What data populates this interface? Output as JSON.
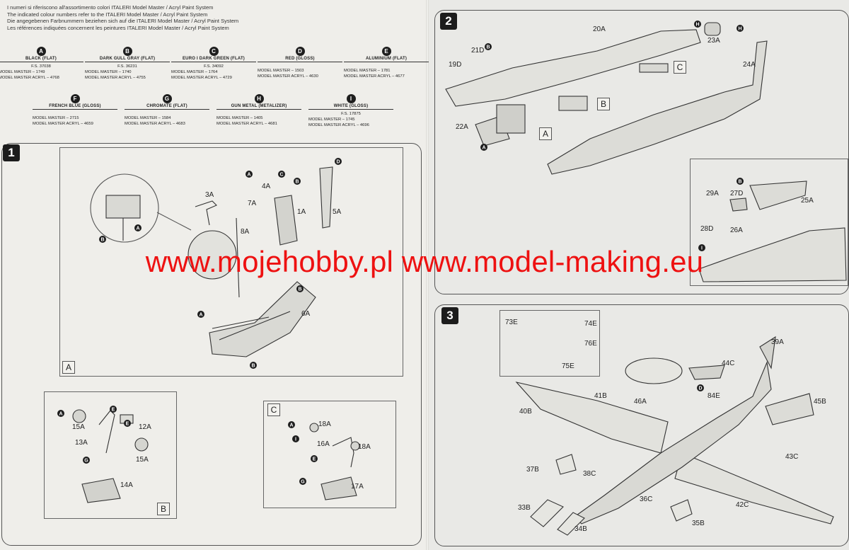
{
  "intro_lines": [
    "I numeri si riferiscono all'assortimento colori ITALERI Model Master / Acryl Paint System",
    "The indicated colour numbers refer to the ITALERI Model Master / Acryl Paint System",
    "Die angegebenen Farbnummern beziehen sich auf die ITALERI Model Master / Acryl Paint System",
    "Les références indiquées concernent les peintures ITALERI Model Master / Acryl Paint System"
  ],
  "colors_row1": [
    {
      "letter": "A",
      "name": "Black (Flat)",
      "fs": "F.S. 37038",
      "mm": "Model Master – 1749",
      "acryl": "Model Master Acryl – 4768"
    },
    {
      "letter": "B",
      "name": "Dark Gull Gray (Flat)",
      "fs": "F.S. 36231",
      "mm": "Model Master – 1740",
      "acryl": "Model Master Acryl – 4755"
    },
    {
      "letter": "C",
      "name": "Euro I Dark Green (Flat)",
      "fs": "F.S. 34092",
      "mm": "Model Master – 1764",
      "acryl": "Model Master Acryl – 4729"
    },
    {
      "letter": "D",
      "name": "Red (Gloss)",
      "fs": "",
      "mm": "Model Master – 1503",
      "acryl": "Model Master Acryl – 4630"
    },
    {
      "letter": "E",
      "name": "Aluminium (Flat)",
      "fs": "",
      "mm": "Model Master – 1781",
      "acryl": "Model Master Acryl – 4677"
    }
  ],
  "colors_row2": [
    {
      "letter": "F",
      "name": "French Blue (Gloss)",
      "fs": "",
      "mm": "Model Master – 2715",
      "acryl": "Model Master Acryl – 4659"
    },
    {
      "letter": "G",
      "name": "Chromate (Flat)",
      "fs": "",
      "mm": "Model Master – 1584",
      "acryl": "Model Master Acryl – 4683"
    },
    {
      "letter": "H",
      "name": "Gun Metal (Metalizer)",
      "fs": "",
      "mm": "Model Master – 1405",
      "acryl": "Model Master Acryl – 4681"
    },
    {
      "letter": "I",
      "name": "White (Gloss)",
      "fs": "F.S. 17875",
      "mm": "Model Master – 1745",
      "acryl": "Model Master Acryl – 4696"
    }
  ],
  "steps": {
    "s1": "1",
    "s2": "2",
    "s3": "3"
  },
  "subassemblies": {
    "a": "A",
    "b": "B",
    "c": "C"
  },
  "parts": {
    "p1a": "1A",
    "p3a": "3A",
    "p4a": "4A",
    "p5a": "5A",
    "p6a": "6A",
    "p7a": "7A",
    "p8a": "8A",
    "p12a": "12A",
    "p13a": "13A",
    "p14a": "14A",
    "p15a": "15A",
    "p16a": "16A",
    "p17a": "17A",
    "p18a": "18A",
    "p19d": "19D",
    "p20a": "20A",
    "p21d": "21D",
    "p22a": "22A",
    "p23a": "23A",
    "p24a": "24A",
    "p25a": "25A",
    "p26a": "26A",
    "p27d": "27D",
    "p28d": "28D",
    "p29a": "29A",
    "p33b": "33B",
    "p34b": "34B",
    "p35b": "35B",
    "p36c": "36C",
    "p37b": "37B",
    "p38c": "38C",
    "p39a": "39A",
    "p40b": "40B",
    "p41b": "41B",
    "p42c": "42C",
    "p43c": "43C",
    "p44c": "44C",
    "p45b": "45B",
    "p46a": "46A",
    "p73e": "73E",
    "p74e": "74E",
    "p75e": "75E",
    "p76e": "76E",
    "p84e": "84E"
  },
  "callouts": {
    "a": "A",
    "b": "B",
    "c": "C",
    "d": "D",
    "e": "E",
    "g": "G",
    "h": "H",
    "i": "I"
  },
  "watermark": "www.mojehobby.pl www.model-making.eu"
}
